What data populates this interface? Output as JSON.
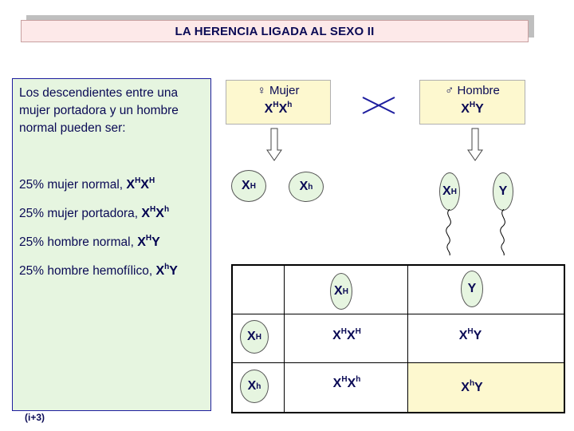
{
  "title": "LA HERENCIA LIGADA AL SEXO II",
  "info": {
    "intro": [
      "Los descendientes entre una",
      "mujer portadora y un hombre",
      "normal pueden ser:"
    ],
    "outcomes": [
      {
        "text": "25% mujer normal, ",
        "geno_parts": [
          "X",
          "H",
          "X",
          "H"
        ]
      },
      {
        "text": "25% mujer portadora, ",
        "geno_parts": [
          "X",
          "H",
          "X",
          "h"
        ]
      },
      {
        "text": "25% hombre normal, ",
        "geno_parts": [
          "X",
          "H",
          "Y",
          ""
        ]
      },
      {
        "text": "25% hombre hemofílico, ",
        "geno_parts": [
          "X",
          "h",
          "Y",
          ""
        ]
      }
    ]
  },
  "mother": {
    "label": "♀ Mujer",
    "geno_base1": "X",
    "geno_sup1": "H",
    "geno_base2": "X",
    "geno_sup2": "h"
  },
  "father": {
    "label": "♂ Hombre",
    "geno_base1": "X",
    "geno_sup1": "H",
    "geno_base2": "Y"
  },
  "cross_symbol": "X",
  "gametes": {
    "egg1": {
      "base": "X",
      "sup": "H"
    },
    "egg2": {
      "base": "X",
      "sup": "h"
    },
    "sperm1": {
      "base": "X",
      "sup": "H"
    },
    "sperm2": {
      "base": "Y",
      "sup": ""
    }
  },
  "punnett": {
    "col_headers": [
      {
        "base": "X",
        "sup": "H"
      },
      {
        "base": "Y",
        "sup": ""
      }
    ],
    "row_headers": [
      {
        "base": "X",
        "sup": "H"
      },
      {
        "base": "X",
        "sup": "h"
      }
    ],
    "cells": [
      [
        {
          "b1": "X",
          "s1": "H",
          "b2": "X",
          "s2": "H"
        },
        {
          "b1": "X",
          "s1": "H",
          "b2": "Y",
          "s2": ""
        }
      ],
      [
        {
          "b1": "X",
          "s1": "H",
          "b2": "X",
          "s2": "h"
        },
        {
          "b1": "X",
          "s1": "h",
          "b2": "Y",
          "s2": ""
        }
      ]
    ],
    "highlight_color": "#fdf8cf"
  },
  "footnote": "(i+3)",
  "colors": {
    "text": "#0a0a55",
    "panel_green": "#e6f5e0",
    "panel_yellow": "#fdf8cf",
    "title_pink": "#fde9e9"
  }
}
